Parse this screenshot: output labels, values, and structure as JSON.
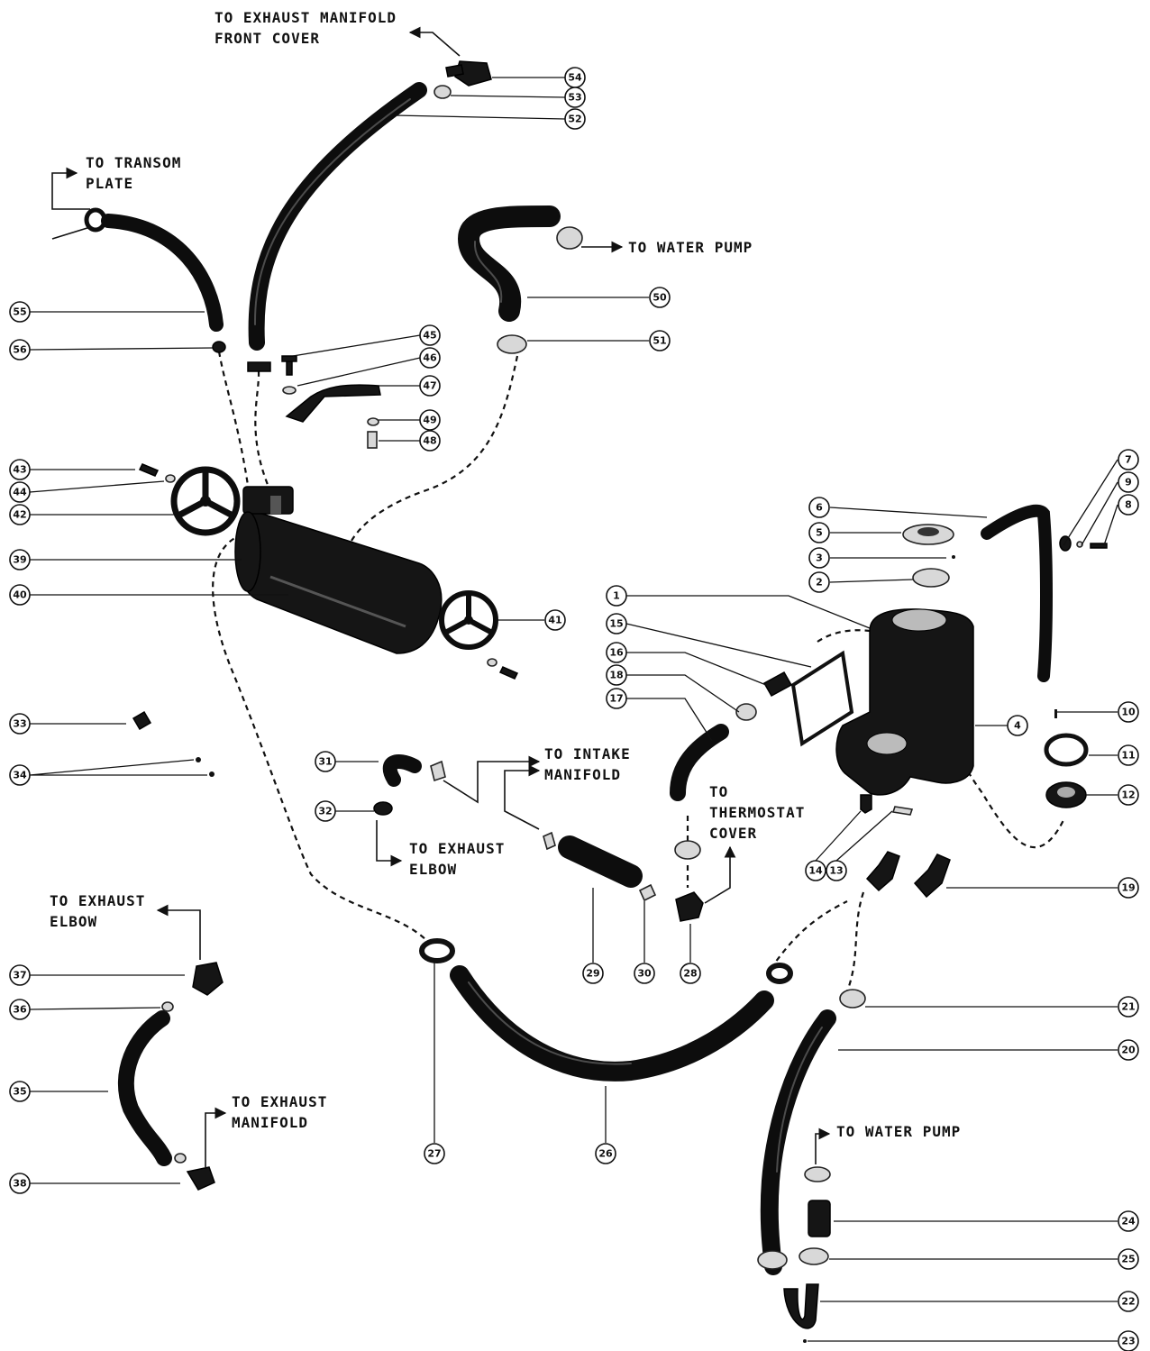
{
  "diagram": {
    "callouts": {
      "c1": "1",
      "c2": "2",
      "c3": "3",
      "c4": "4",
      "c5": "5",
      "c6": "6",
      "c7": "7",
      "c8": "8",
      "c9": "9",
      "c10": "10",
      "c11": "11",
      "c12": "12",
      "c13": "13",
      "c14": "14",
      "c15": "15",
      "c16": "16",
      "c17": "17",
      "c18": "18",
      "c19": "19",
      "c20": "20",
      "c21": "21",
      "c22": "22",
      "c23": "23",
      "c24": "24",
      "c25": "25",
      "c26": "26",
      "c27": "27",
      "c28": "28",
      "c29": "29",
      "c30": "30",
      "c31": "31",
      "c32": "32",
      "c33": "33",
      "c34": "34",
      "c35": "35",
      "c36": "36",
      "c37": "37",
      "c38": "38",
      "c39": "39",
      "c40": "40",
      "c41": "41",
      "c42": "42",
      "c43": "43",
      "c44": "44",
      "c45": "45",
      "c46": "46",
      "c47": "47",
      "c48": "48",
      "c49": "49",
      "c50": "50",
      "c51": "51",
      "c52": "52",
      "c53": "53",
      "c54": "54",
      "c55": "55",
      "c56": "56"
    },
    "labels": {
      "exhaust_manifold_front_cover": [
        "TO EXHAUST MANIFOLD",
        "FRONT COVER"
      ],
      "transom_plate": [
        "TO TRANSOM",
        "PLATE"
      ],
      "water_pump_top": [
        "TO WATER PUMP"
      ],
      "intake_manifold": [
        "TO INTAKE",
        "MANIFOLD"
      ],
      "thermostat_cover": [
        "TO",
        "THERMOSTAT",
        "COVER"
      ],
      "exhaust_elbow_mid": [
        "TO EXHAUST",
        "ELBOW"
      ],
      "exhaust_elbow_left": [
        "TO EXHAUST",
        "ELBOW"
      ],
      "exhaust_manifold": [
        "TO EXHAUST",
        "MANIFOLD"
      ],
      "water_pump_bottom": [
        "TO WATER PUMP"
      ]
    }
  }
}
